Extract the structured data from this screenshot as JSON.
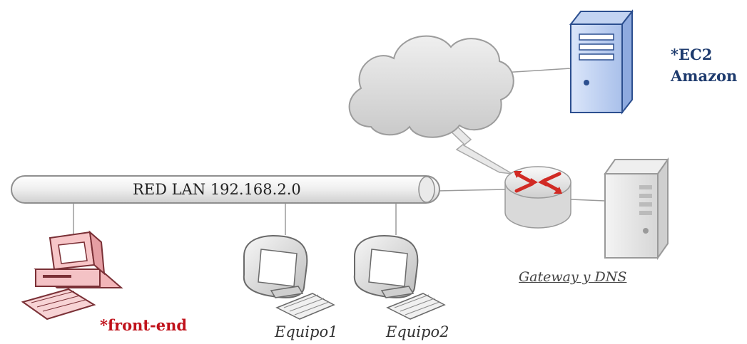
{
  "network": {
    "lan_label": "RED LAN 192.168.2.0",
    "ec2_label_line1": "*EC2",
    "ec2_label_line2": "Amazon",
    "frontend_label": "*front-end",
    "equipo1_label": "Equipo1",
    "equipo2_label": "Equipo2",
    "gateway_label": "Gateway y DNS"
  },
  "colors": {
    "frontend": "#c0121b",
    "ec2": "#1e3b6e",
    "router_arrows": "#d12a24",
    "cloud": "#d7d7d7",
    "lan_bus": "#e6e6e6"
  },
  "icons": {
    "cloud": "cloud-icon",
    "router": "router-icon",
    "server": "server-icon",
    "workstation": "workstation-icon",
    "lightning": "lightning-bolt-icon"
  }
}
